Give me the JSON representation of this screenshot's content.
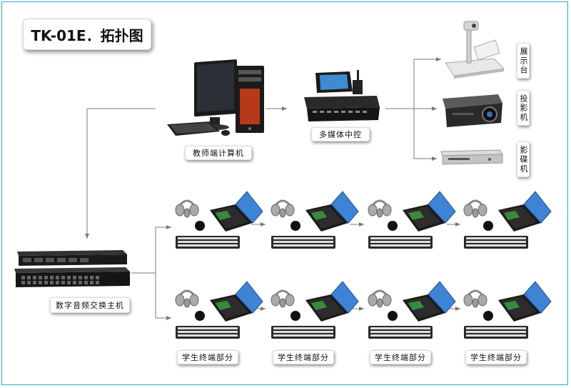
{
  "title": "TK-01E．拓扑图",
  "nodes": {
    "teacher_computer": "教师端计算机",
    "multimedia_control": "多媒体中控",
    "visualizer": "展示台",
    "projector": "投影机",
    "dvd_player": "影碟机",
    "audio_host": "数字音频交换主机",
    "student_terminal_label": "学生终端部分"
  },
  "colors": {
    "frame": "#27a9d8",
    "line": "#7a7a7a",
    "laptop_screen": "#3d84d6"
  }
}
